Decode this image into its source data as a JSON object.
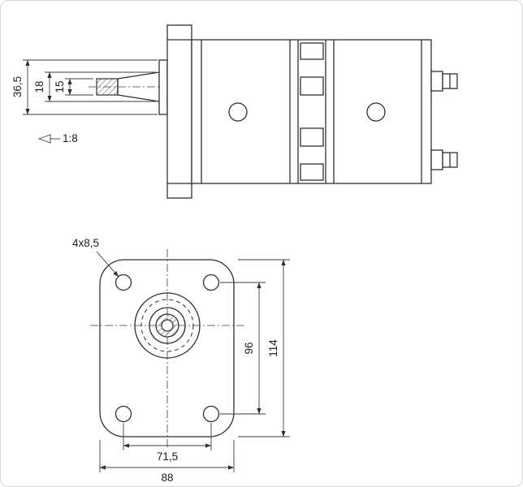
{
  "side": {
    "dim_hub_diameter": "36,5",
    "dim_taper_major": "18",
    "dim_shaft_end": "15",
    "taper_ratio": "1:8"
  },
  "front": {
    "mounting_holes": "4x8,5",
    "dim_hole_spacing_vertical": "96",
    "dim_flange_height": "114",
    "dim_hole_spacing_horizontal": "71,5",
    "dim_flange_width": "88"
  },
  "colors": {
    "line": "#2f2f2f",
    "dimension_line": "#3c3c3c",
    "text": "#1d1d1d",
    "background": "#ffffff",
    "border": "#d6d6d6"
  }
}
